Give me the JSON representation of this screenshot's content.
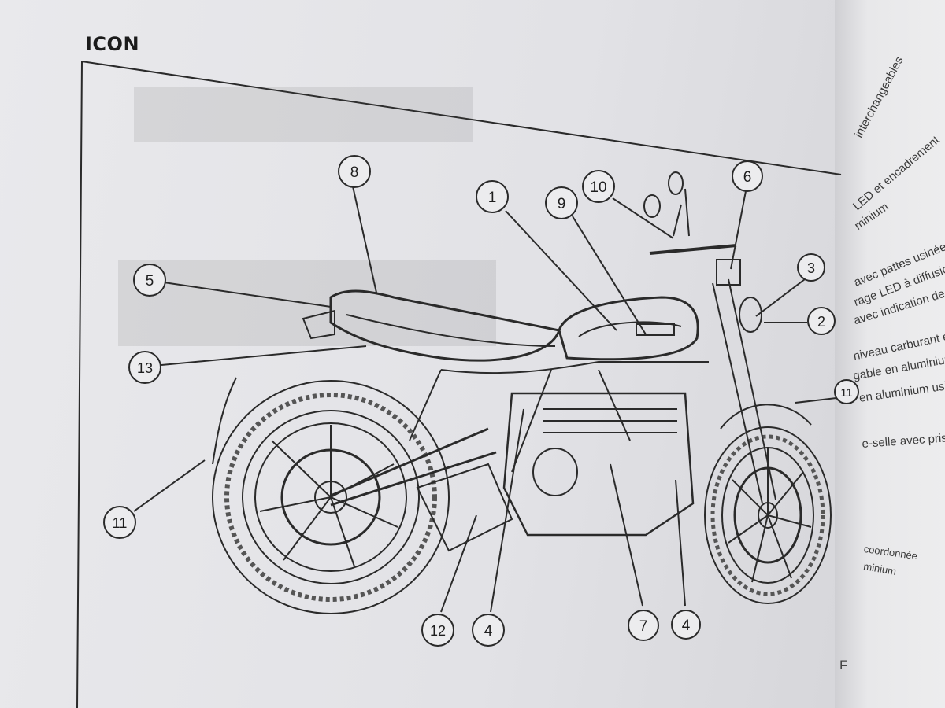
{
  "manual": {
    "section_title": "ICON",
    "page_marker": "F"
  },
  "callouts": [
    {
      "id": "callout-1",
      "label": "1"
    },
    {
      "id": "callout-9",
      "label": "9"
    },
    {
      "id": "callout-10",
      "label": "10"
    },
    {
      "id": "callout-6",
      "label": "6"
    },
    {
      "id": "callout-8",
      "label": "8"
    },
    {
      "id": "callout-3",
      "label": "3"
    },
    {
      "id": "callout-2",
      "label": "2"
    },
    {
      "id": "callout-5",
      "label": "5"
    },
    {
      "id": "callout-13",
      "label": "13"
    },
    {
      "id": "callout-11-right",
      "label": "11"
    },
    {
      "id": "callout-11-left",
      "label": "11"
    },
    {
      "id": "callout-12",
      "label": "12"
    },
    {
      "id": "callout-4-left",
      "label": "4"
    },
    {
      "id": "callout-7",
      "label": "7"
    },
    {
      "id": "callout-4-right",
      "label": "4"
    }
  ],
  "right_page_lines": [
    "interchangeables",
    "LED et encadrement",
    "minium",
    "avec pattes usinées",
    "rage LED à diffusion",
    "avec indication de la",
    "niveau carburant et",
    "gable en aluminium",
    "en aluminium usiné à",
    "e-selle avec prise",
    "coordonnée",
    "minium"
  ],
  "colors": {
    "ink": "#2a2a2a",
    "paper": "#e6e6e9",
    "background": "#b9ab98"
  }
}
